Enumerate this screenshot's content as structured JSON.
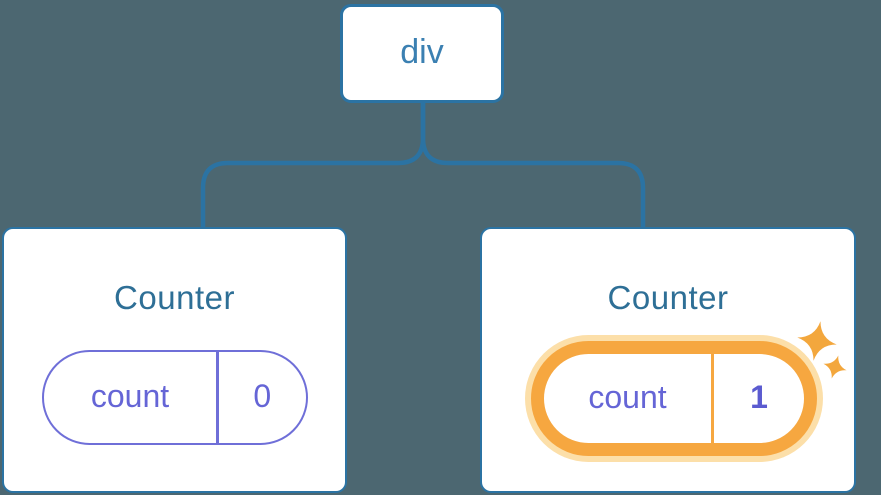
{
  "diagram_type": "react-component-tree-state-diagram",
  "tree": {
    "root": {
      "label": "div"
    },
    "children": [
      {
        "title": "Counter",
        "state": {
          "key": "count",
          "value": "0"
        },
        "highlighted": false
      },
      {
        "title": "Counter",
        "state": {
          "key": "count",
          "value": "1"
        },
        "highlighted": true
      }
    ]
  },
  "icons": {
    "sparkles": "sparkles-icon"
  },
  "colors": {
    "background": "#4C6771",
    "node_fill": "#FFFFFF",
    "node_border_blue": "#2B73A3",
    "connector_blue": "#2B73A3",
    "root_label_blue": "#3B80B2",
    "component_title_blue": "#2E6F96",
    "state_text_purple": "#6565D6",
    "state_value_bold_purple": "#5B5BD0",
    "pill_border_purple": "#6F6FD8",
    "highlight_orange": "#F6A740",
    "highlight_glow_orange": "#FCDFA9",
    "sparkle_orange": "#F3A73D"
  }
}
